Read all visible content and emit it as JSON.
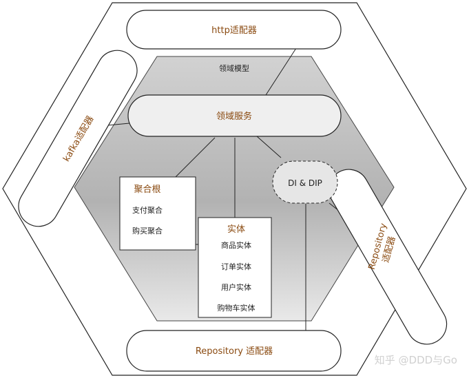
{
  "adapters": {
    "http": "http适配器",
    "kafka": "kafka适配器",
    "repository_right": "Repository适配器",
    "repository_right_line1": "Repository",
    "repository_right_line2": "适配器",
    "repository_bottom": "Repository 适配器"
  },
  "domain": {
    "model_label": "领域模型",
    "service_label": "领域服务",
    "di_label": "DI & DIP"
  },
  "aggregate": {
    "title": "聚合根",
    "items": [
      "支付聚合",
      "购买聚合"
    ]
  },
  "entity": {
    "title": "实体",
    "items": [
      "商品实体",
      "订单实体",
      "用户实体",
      "购物车实体"
    ]
  },
  "watermark": "知乎 @DDD与Go",
  "colors": {
    "accent_text": "#8a4a10",
    "stroke": "#222222"
  }
}
